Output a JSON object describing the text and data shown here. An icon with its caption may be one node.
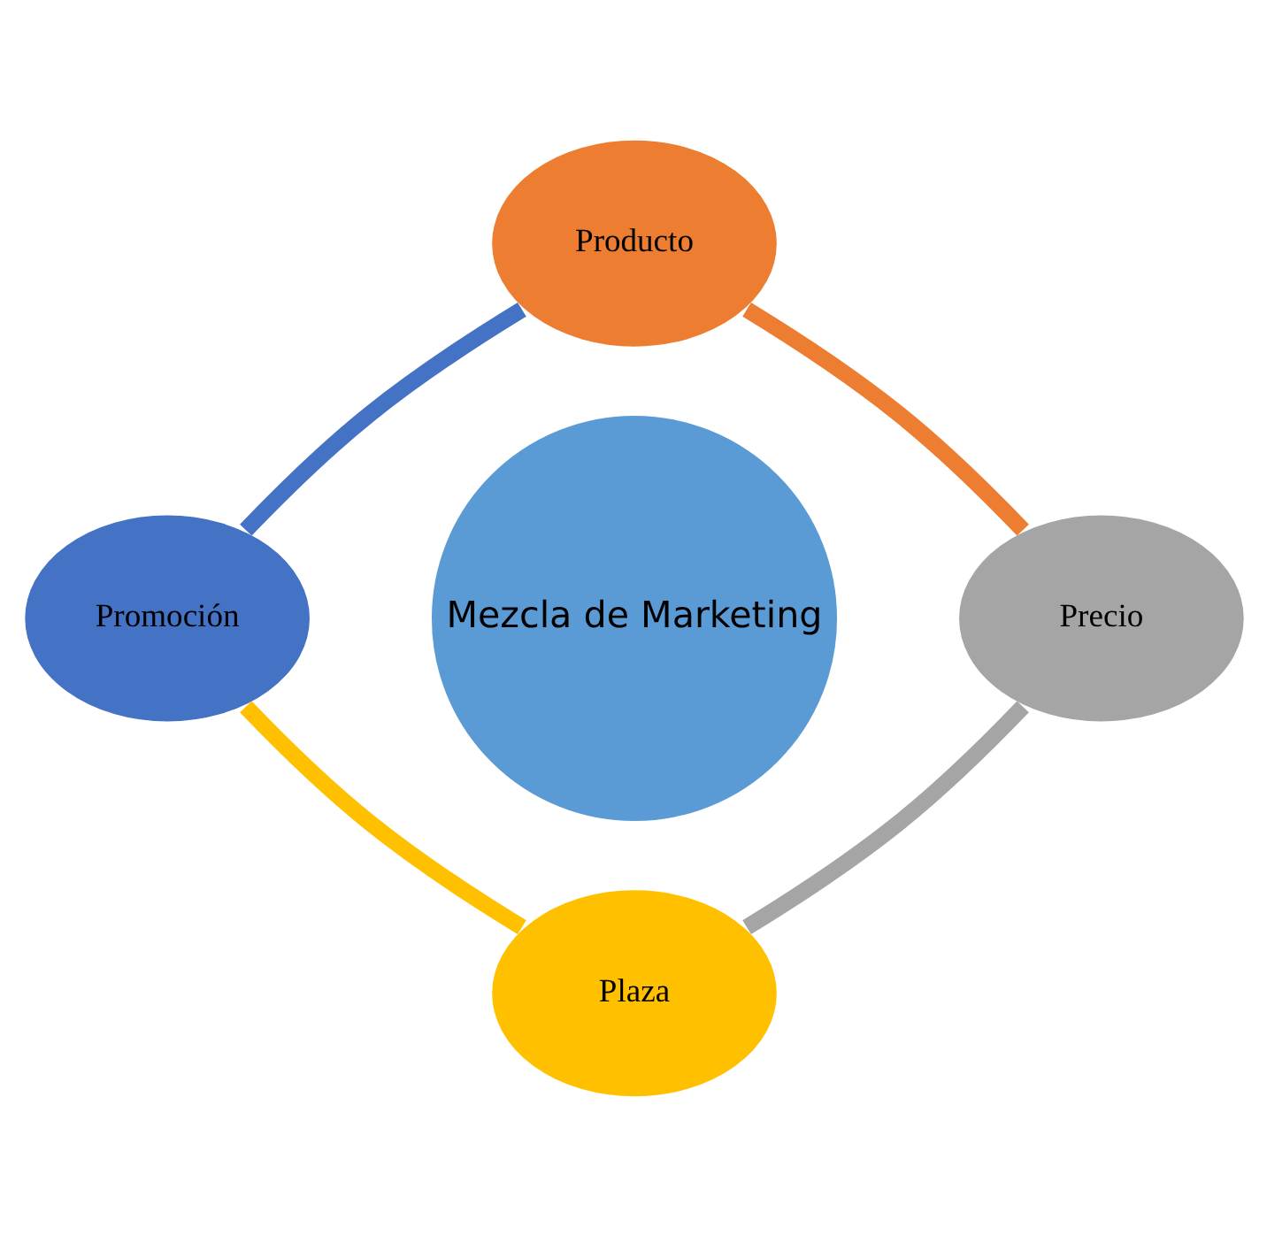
{
  "diagram": {
    "nodes": [
      {
        "text": [
          "Producto"
        ]
      },
      {
        "text": [
          "Promoción"
        ]
      },
      {
        "text": [
          "Mezcla de Marketing"
        ]
      },
      {
        "text": [
          "Precio"
        ]
      },
      {
        "text": [
          "Plaza"
        ]
      }
    ],
    "edges": [
      {
        "from": 0,
        "to": 3,
        "arrow": "none",
        "color": "#ed7d31"
      },
      {
        "from": 3,
        "to": 4,
        "arrow": "none",
        "color": "#a5a5a5"
      },
      {
        "from": 4,
        "to": 1,
        "arrow": "none",
        "color": "#ffc000"
      },
      {
        "from": 1,
        "to": 0,
        "arrow": "none",
        "color": "#4472c4"
      }
    ]
  }
}
